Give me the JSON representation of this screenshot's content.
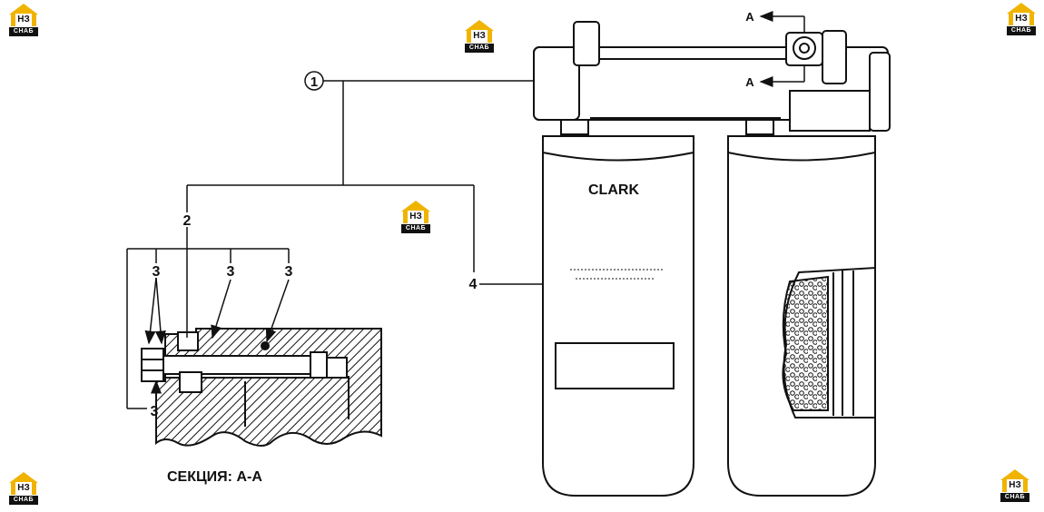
{
  "labels": {
    "callout_1": "1",
    "callout_2": "2",
    "callout_3": "3",
    "callout_4": "4",
    "section_arrow_top": "A",
    "section_arrow_bottom": "A",
    "brand": "CLARK",
    "section_caption": "СЕКЦИЯ: А-А"
  },
  "watermark": {
    "mark": "НЗ",
    "band": "СНАБ"
  }
}
